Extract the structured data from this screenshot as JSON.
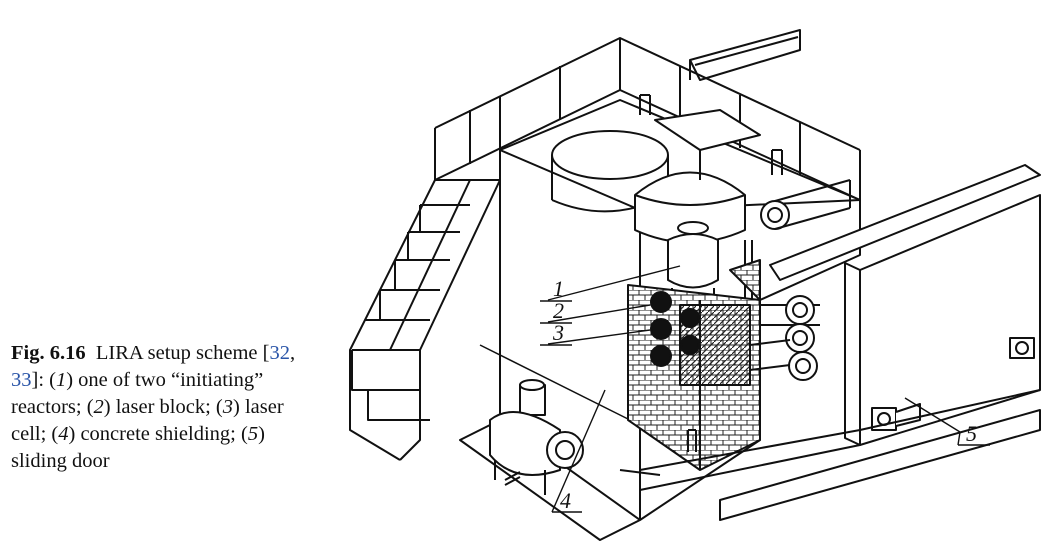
{
  "caption": {
    "label": "Fig. 6.16",
    "intro": "LIRA setup scheme [",
    "ref1": "32",
    "sep": ", ",
    "ref2": "33",
    "after_refs": "]: (",
    "n1": "1",
    "t1": ") one of two “initiating” reactors; (",
    "n2": "2",
    "t2": ") laser block; (",
    "n3": "3",
    "t3": ") laser cell; (",
    "n4": "4",
    "t4": ") concrete shielding; (",
    "n5": "5",
    "t5": ") sliding door"
  },
  "callouts": {
    "c1": "1",
    "c2": "2",
    "c3": "3",
    "c4": "4",
    "c5": "5"
  }
}
